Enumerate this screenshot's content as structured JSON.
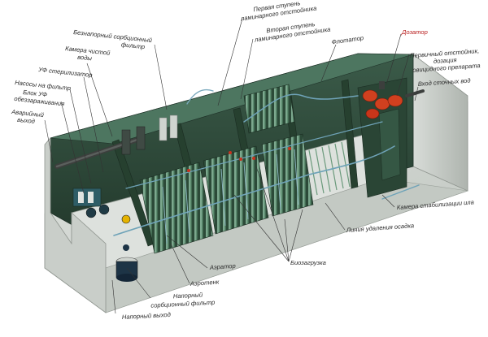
{
  "labels": {
    "first_stage": [
      "Первая ступень",
      "ламинарного отстойника"
    ],
    "second_stage": [
      "Вторая ступень",
      "ламинарного отстойника"
    ],
    "pressureless_filter": [
      "Безнапорный сорбционный",
      "фильтр"
    ],
    "clean_water_chamber": [
      "Камера чистой",
      "воды"
    ],
    "uv_sterilizer": [
      "УФ стерилизатор"
    ],
    "filter_pumps": [
      "Насосы на фильтр"
    ],
    "uv_unit": [
      "Блок УФ",
      "обеззараживания"
    ],
    "emergency_outlet": [
      "Аварийный",
      "выход"
    ],
    "flotator": [
      "Флотатор"
    ],
    "dosing_unit": [
      "Дозатор"
    ],
    "primary_settler": [
      "Первичный отстойник,",
      "дозация",
      "овицидного препарата"
    ],
    "wastewater_inlet": [
      "Вход сточных вод"
    ],
    "sludge_stabilization": [
      "Камера стабилизации ила"
    ],
    "sludge_removal_line": [
      "Линия удаления осадка"
    ],
    "bio_load": [
      "Биозагрузка"
    ],
    "aerator": [
      "Аэратор"
    ],
    "aerotank": [
      "Аэротенк"
    ],
    "pressure_filter": [
      "Напорный",
      "сорбционный фильтр"
    ],
    "pressure_outlet": [
      "Напорный выход"
    ]
  },
  "colors": {
    "panel_green": "#2f4c3c",
    "dark_green": "#233a2e",
    "light_green": "#4e7a60",
    "shell": "#cfd4cf",
    "floor": "#c9cec9",
    "leader": "#333333",
    "pipe_blue": "#6fa3b8",
    "valve_red": "#c8321e"
  },
  "icons": [
    "pump-icon",
    "valve-icon",
    "dosing-tank-icon",
    "uv-lamp-icon"
  ]
}
